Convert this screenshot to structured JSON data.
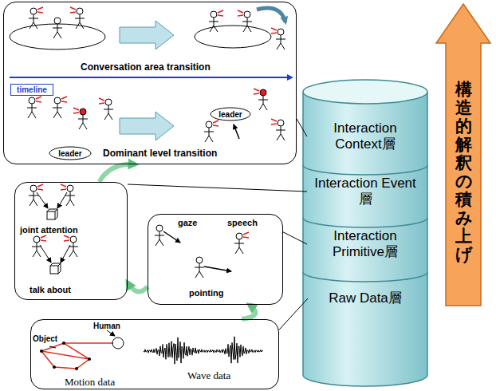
{
  "diagram": {
    "nodes": [
      {
        "text": [
          "Conversation area transition",
          "Dominant level transition"
        ]
      },
      {
        "text": [
          "timeline"
        ],
        "in": 0
      },
      {
        "text": [
          "leader"
        ],
        "in": 0
      },
      {
        "text": [
          "leader"
        ],
        "in": 0
      },
      {
        "text": [
          "Interaction Context層"
        ]
      },
      {
        "text": [
          "Interaction Event層"
        ]
      },
      {
        "text": [
          "Interaction Primitive層"
        ]
      },
      {
        "text": [
          "Raw Data層"
        ]
      },
      {
        "text": [
          "構造的解釈の積み上げ"
        ]
      },
      {
        "text": [
          "joint attention",
          "talk about"
        ]
      },
      {
        "text": [
          "gaze",
          "speech",
          "pointing"
        ]
      },
      {
        "text": [
          "Human",
          "Object",
          "Motion data",
          "Wave data"
        ]
      }
    ],
    "edges": [
      {
        "from": 0,
        "to": 4,
        "arrow": "none"
      },
      {
        "from": 9,
        "to": 5,
        "arrow": "none"
      },
      {
        "from": 10,
        "to": 6,
        "arrow": "none"
      },
      {
        "from": 11,
        "to": 7,
        "arrow": "none"
      },
      {
        "from": 11,
        "to": 10,
        "arrow": "to"
      },
      {
        "from": 10,
        "to": 9,
        "arrow": "to"
      },
      {
        "from": 9,
        "to": 0,
        "arrow": "to"
      }
    ]
  }
}
